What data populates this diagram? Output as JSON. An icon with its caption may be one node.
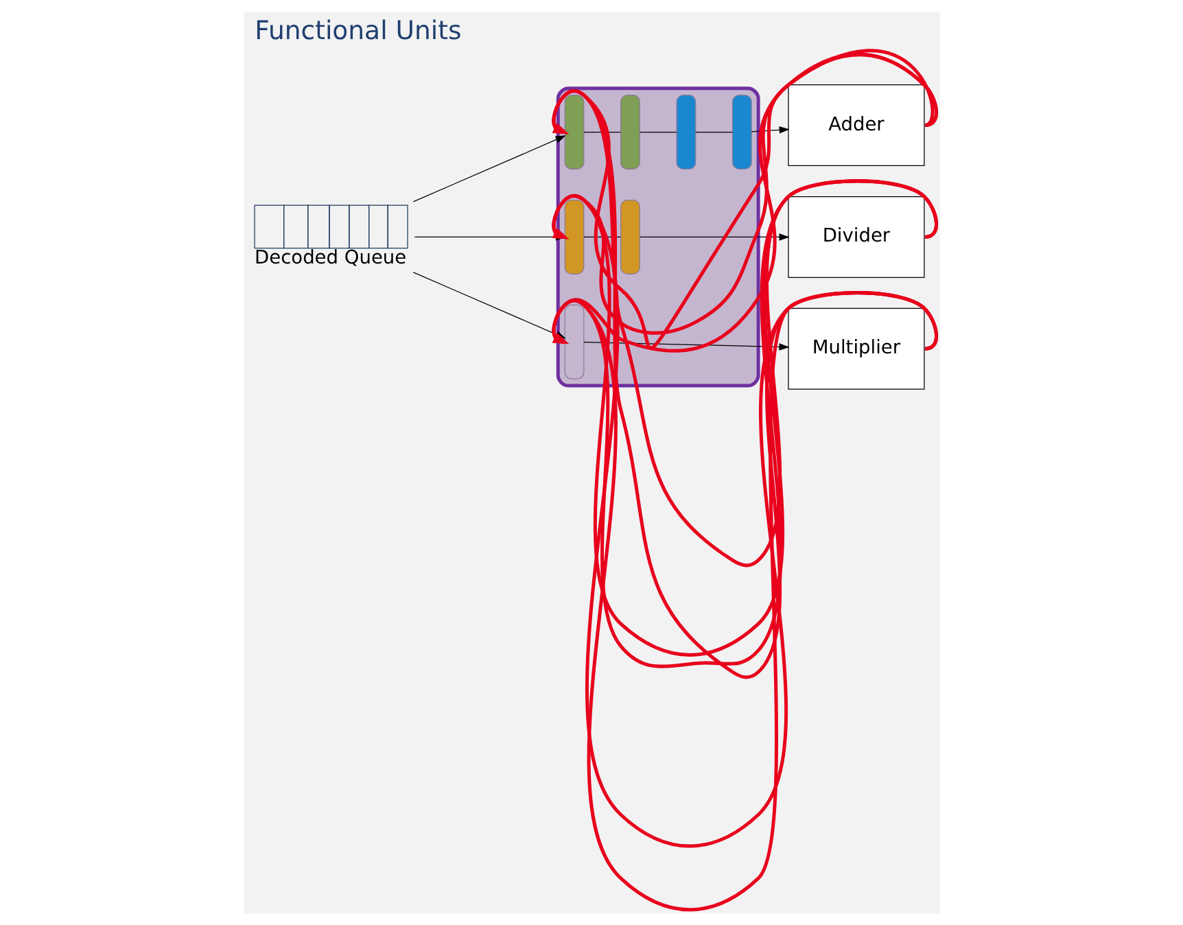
{
  "diagram": {
    "title": "Functional Units",
    "nodes": [
      {
        "text": [],
        "shape": "box",
        "beside": [
          "Decoded Queue"
        ]
      },
      {
        "text": [],
        "shape": "box"
      },
      {
        "text": [],
        "shape": "bar",
        "in": 1
      },
      {
        "text": [],
        "shape": "bar",
        "in": 1
      },
      {
        "text": [],
        "shape": "bar",
        "in": 1
      },
      {
        "text": [],
        "shape": "bar",
        "in": 1
      },
      {
        "text": [],
        "shape": "bar",
        "in": 1
      },
      {
        "text": [],
        "shape": "bar",
        "in": 1
      },
      {
        "text": [],
        "shape": "bar",
        "in": 1
      },
      {
        "text": [
          "Adder"
        ]
      },
      {
        "text": [
          "Divider"
        ]
      },
      {
        "text": [
          "Multiplier"
        ]
      }
    ],
    "edges": [
      {
        "from": 0,
        "to": 2,
        "arrow": "to"
      },
      {
        "from": 0,
        "to": 6,
        "arrow": "to"
      },
      {
        "from": 0,
        "to": 8,
        "arrow": "to"
      },
      {
        "from": 2,
        "to": 3,
        "arrow": "none"
      },
      {
        "from": 3,
        "to": 4,
        "arrow": "none"
      },
      {
        "from": 4,
        "to": 5,
        "arrow": "none"
      },
      {
        "from": 5,
        "to": 9,
        "arrow": "to"
      },
      {
        "from": 6,
        "to": 7,
        "arrow": "none"
      },
      {
        "from": 7,
        "to": 10,
        "arrow": "to"
      },
      {
        "from": 8,
        "to": 11,
        "arrow": "to"
      },
      {
        "from": 9,
        "to": 2,
        "arrow": "to",
        "style": "thick",
        "color": "#e8001c"
      },
      {
        "from": 9,
        "to": 6,
        "arrow": "to",
        "style": "thick",
        "color": "#e8001c"
      },
      {
        "from": 9,
        "to": 8,
        "arrow": "to",
        "style": "thick",
        "color": "#e8001c"
      },
      {
        "from": 10,
        "to": 2,
        "arrow": "to",
        "style": "thick",
        "color": "#e8001c"
      },
      {
        "from": 10,
        "to": 6,
        "arrow": "to",
        "style": "thick",
        "color": "#e8001c"
      },
      {
        "from": 10,
        "to": 8,
        "arrow": "to",
        "style": "thick",
        "color": "#e8001c"
      },
      {
        "from": 11,
        "to": 2,
        "arrow": "to",
        "style": "thick",
        "color": "#e8001c"
      },
      {
        "from": 11,
        "to": 6,
        "arrow": "to",
        "style": "thick",
        "color": "#e8001c"
      },
      {
        "from": 11,
        "to": 8,
        "arrow": "to",
        "style": "thick",
        "color": "#e8001c"
      }
    ]
  }
}
